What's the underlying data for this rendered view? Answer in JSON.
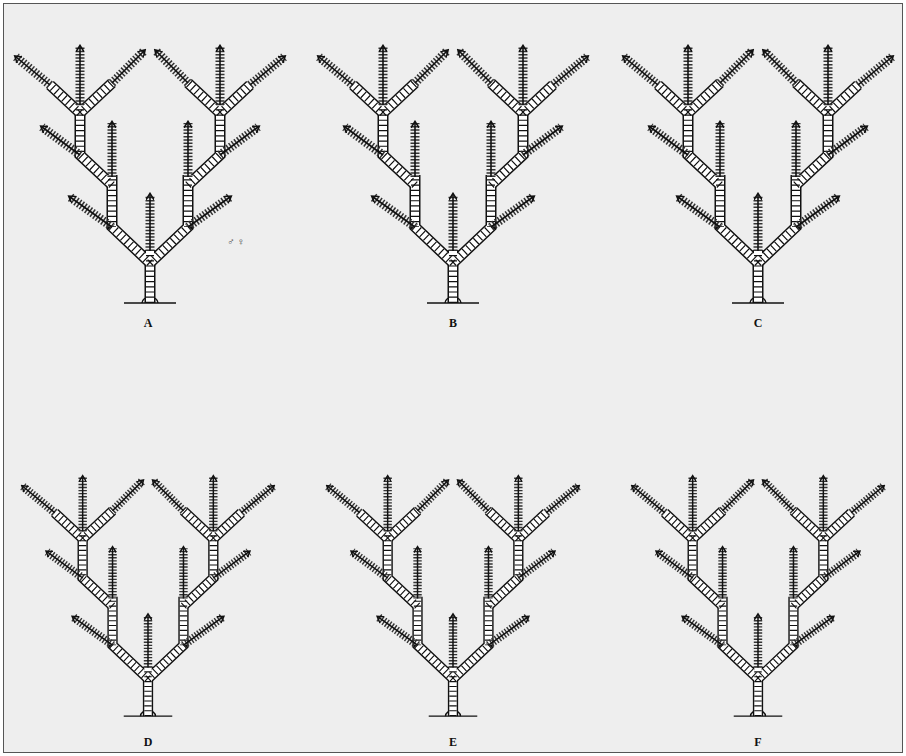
{
  "diagram": {
    "labels": [
      "♂ ♀",
      "A",
      "B",
      "C",
      "D",
      "E",
      "F"
    ]
  }
}
